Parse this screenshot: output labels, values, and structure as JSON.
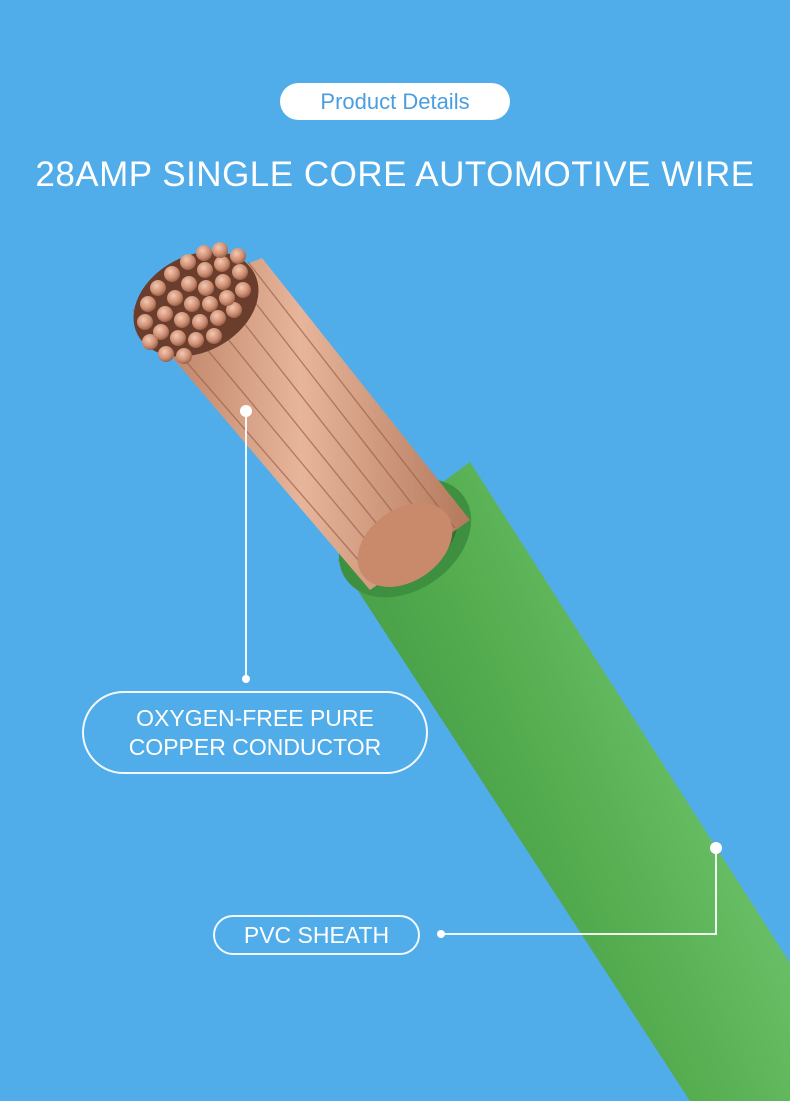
{
  "header": {
    "badge_label": "Product Details",
    "title": "28AMP SINGLE CORE AUTOMOTIVE WIRE"
  },
  "callouts": {
    "conductor": {
      "line1": "OXYGEN-FREE PURE",
      "line2": "COPPER CONDUCTOR"
    },
    "sheath": {
      "label": "PVC SHEATH"
    }
  },
  "colors": {
    "background": "#51acea",
    "sheath_green": "#52a94d",
    "copper": "#d49a7e",
    "badge_text": "#4a9ee0"
  }
}
